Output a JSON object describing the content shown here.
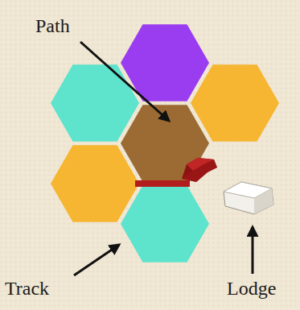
{
  "diagram": {
    "labels": [
      "Path",
      "Track",
      "Lodge"
    ]
  }
}
